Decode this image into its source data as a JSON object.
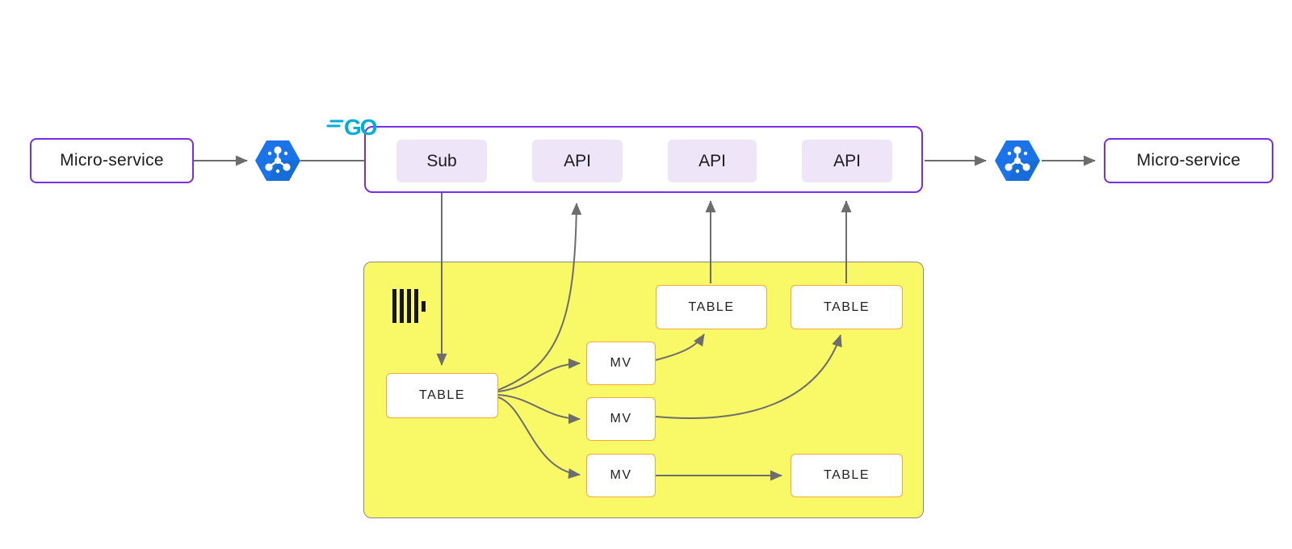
{
  "colors": {
    "purple_border": "#7a2ce6",
    "lavender_fill": "#eee5f9",
    "yellow_fill": "#f9f968",
    "yellow_border": "#8a8a8a",
    "orange_border": "#f3a93d",
    "pubsub_blue": "#1a73e8",
    "go_cyan": "#00acd8",
    "arrow_gray": "#6d6d6d"
  },
  "nodes": {
    "microservice_left": {
      "label": "Micro-service"
    },
    "microservice_right": {
      "label": "Micro-service"
    },
    "go_service": {
      "sub": {
        "label": "Sub"
      },
      "apis": [
        {
          "label": "API"
        },
        {
          "label": "API"
        },
        {
          "label": "API"
        }
      ]
    },
    "clickhouse": {
      "main_table": {
        "label": "TABLE"
      },
      "materialized_views": [
        {
          "label": "MV"
        },
        {
          "label": "MV"
        },
        {
          "label": "MV"
        }
      ],
      "top_table_1": {
        "label": "TABLE"
      },
      "top_table_2": {
        "label": "TABLE"
      },
      "bottom_table": {
        "label": "TABLE"
      }
    }
  },
  "icons": {
    "go_logo_text": "GO",
    "pubsub_left": "pubsub-hexagon",
    "pubsub_right": "pubsub-hexagon",
    "clickhouse_logo": "clickhouse-bars"
  }
}
